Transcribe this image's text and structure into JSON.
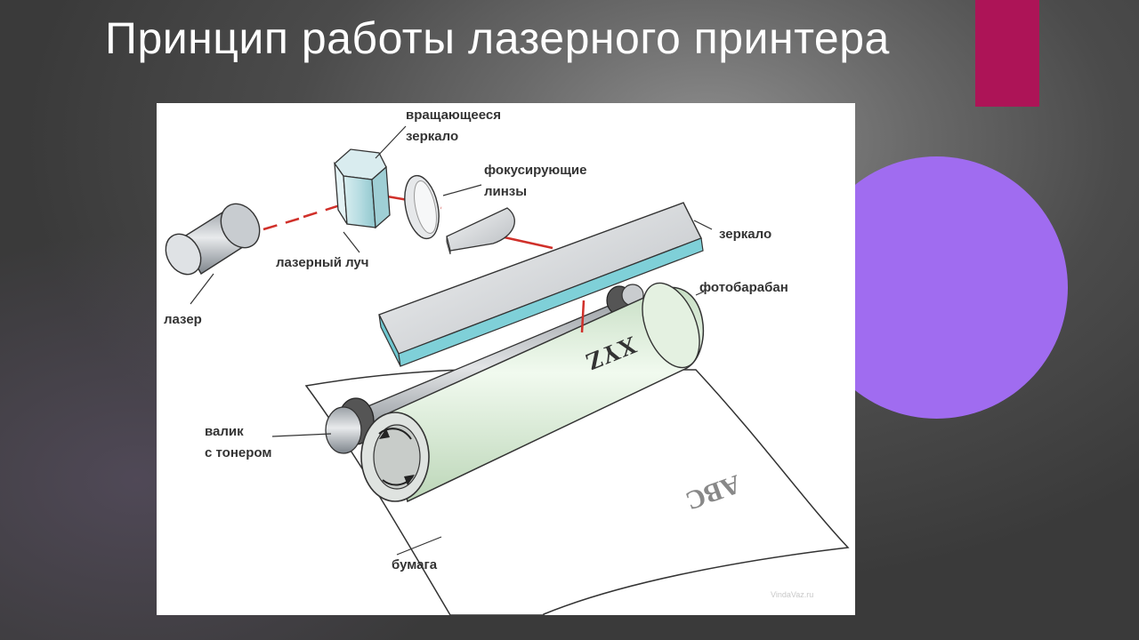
{
  "slide": {
    "title": "Принцип работы лазерного принтера"
  },
  "diagram": {
    "labels": {
      "rotating_mirror_line1": "вращающееся",
      "rotating_mirror_line2": "зеркало",
      "focusing_lenses_line1": "фокусирующие",
      "focusing_lenses_line2": "линзы",
      "mirror": "зеркало",
      "laser_beam": "лазерный луч",
      "laser": "лазер",
      "photo_drum": "фотобарабан",
      "toner_roller_line1": "валик",
      "toner_roller_line2": "с тонером",
      "paper": "бумага"
    },
    "drum_text": "XYZ",
    "paper_text": "ABC",
    "watermark": "VindaVaz.ru"
  },
  "colors": {
    "accent_bar": "#ad1457",
    "circle": "#a06cf0",
    "laser_beam": "#d0302a",
    "drum": "#dff0dc"
  }
}
